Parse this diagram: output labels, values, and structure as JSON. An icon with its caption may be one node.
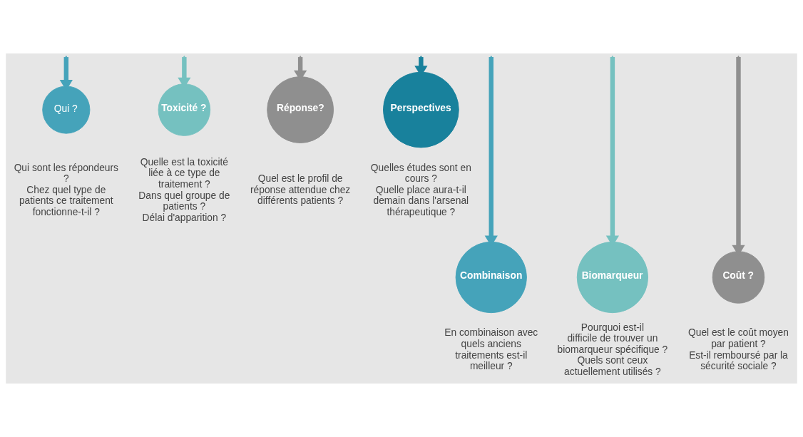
{
  "diagram": {
    "nodes": [
      {
        "text": [
          "Qui ?"
        ],
        "beside": [
          "Qui sont les répondeurs ?",
          "Chez quel type de patients ce traitement fonctionne-t-il ?"
        ]
      },
      {
        "text": [
          "Toxicité ?"
        ],
        "beside": [
          "Quelle est la toxicité liée à ce type de traitement ?",
          "Dans quel groupe de patients ?",
          "Délai d'apparition ?"
        ]
      },
      {
        "text": [
          "Réponse?"
        ],
        "beside": [
          "Quel est le profil de réponse attendue chez différents patients ?"
        ]
      },
      {
        "text": [
          "Perspectives"
        ],
        "beside": [
          "Quelles études sont en cours ?",
          "Quelle place aura-t-il demain dans l'arsenal thérapeutique ?"
        ]
      },
      {
        "text": [
          "Combinaison"
        ],
        "beside": [
          "En combinaison avec quels anciens traitements est-il meilleur ?"
        ]
      },
      {
        "text": [
          "Biomarqueur"
        ],
        "beside": [
          "Pourquoi est-il difficile de trouver un biomarqueur spécifique ?",
          "Quels sont ceux actuellement utilisés ?"
        ]
      },
      {
        "text": [
          "Coût ?"
        ],
        "beside": [
          "Quel est le coût moyen par patient ?",
          "Est-il remboursé par la sécurité sociale ?"
        ]
      }
    ],
    "edges": [
      {
        "from": null,
        "to": 0,
        "arrow": "to",
        "color": "#45a3ba"
      },
      {
        "from": null,
        "to": 1,
        "arrow": "to",
        "color": "#75c1c0"
      },
      {
        "from": null,
        "to": 2,
        "arrow": "to",
        "color": "#8f8f8f"
      },
      {
        "from": null,
        "to": 3,
        "arrow": "to",
        "color": "#18819c"
      },
      {
        "from": null,
        "to": 4,
        "arrow": "to",
        "color": "#45a3ba"
      },
      {
        "from": null,
        "to": 5,
        "arrow": "to",
        "color": "#75c1c0"
      },
      {
        "from": null,
        "to": 6,
        "arrow": "to",
        "color": "#8f8f8f"
      }
    ]
  }
}
